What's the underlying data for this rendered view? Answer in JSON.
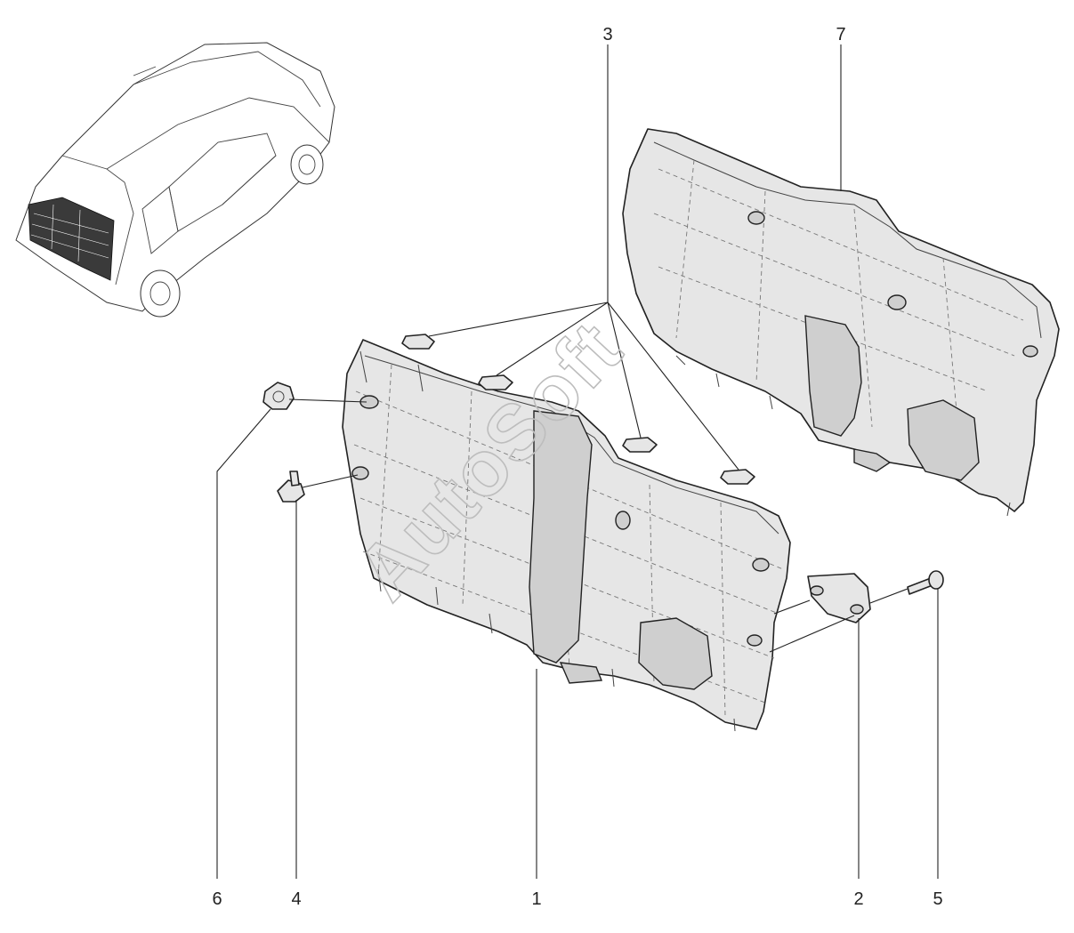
{
  "watermark": "AutoSoft",
  "callouts": {
    "c1": "1",
    "c2": "2",
    "c3": "3",
    "c4": "4",
    "c5": "5",
    "c6": "6",
    "c7": "7"
  },
  "colors": {
    "line": "#222222",
    "fill": "#e6e6e6",
    "highlight": "#3a3a3a"
  }
}
